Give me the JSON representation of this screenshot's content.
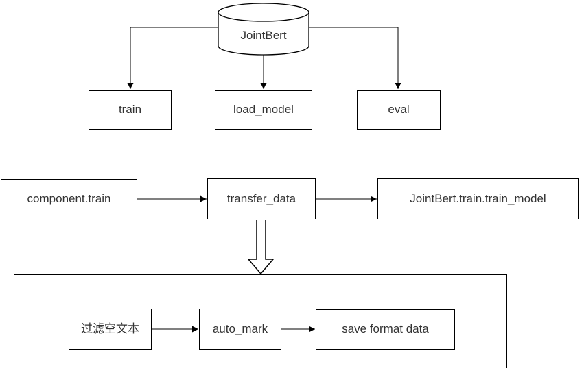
{
  "diagram": {
    "database": {
      "label": "JointBert",
      "shape": "cylinder"
    },
    "api_nodes": [
      {
        "label": "train"
      },
      {
        "label": "load_model"
      },
      {
        "label": "eval"
      }
    ],
    "pipeline_nodes": [
      {
        "label": "component.train"
      },
      {
        "label": "transfer_data"
      },
      {
        "label": "JointBert.train.train_model"
      }
    ],
    "subprocess_nodes": [
      {
        "label": "过滤空文本"
      },
      {
        "label": "auto_mark"
      },
      {
        "label": "save format data"
      }
    ],
    "connections": [
      "JointBert -> train",
      "JointBert -> load_model",
      "JointBert -> eval",
      "component.train -> transfer_data",
      "transfer_data -> JointBert.train.train_model",
      "transfer_data => subprocess container",
      "过滤空文本 -> auto_mark",
      "auto_mark -> save format data"
    ],
    "colors": {
      "stroke": "#000000",
      "text": "#333333",
      "background": "#ffffff"
    }
  }
}
